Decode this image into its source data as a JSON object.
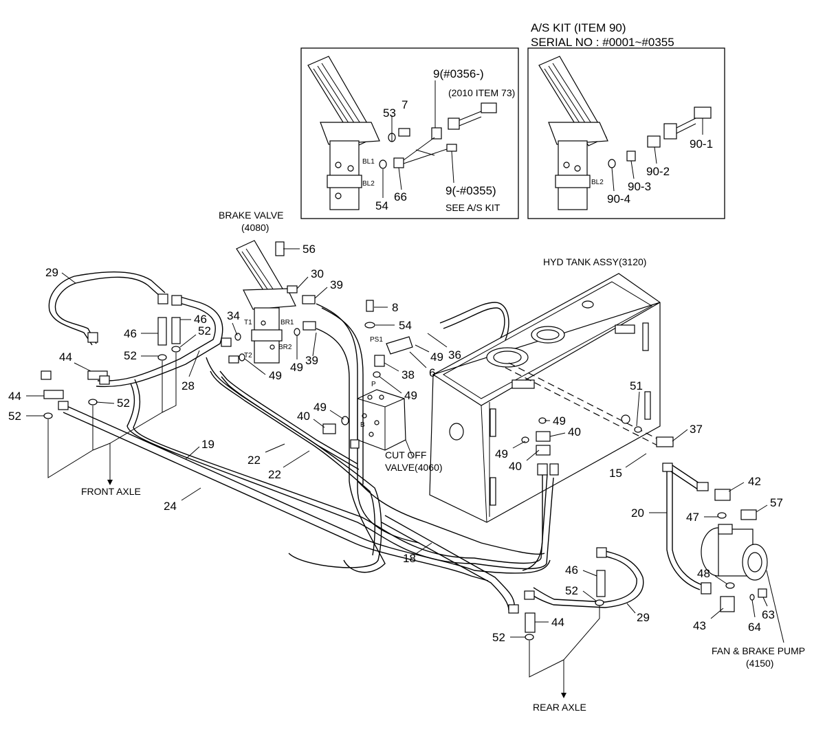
{
  "inset_kit": {
    "title_line1": "A/S KIT (ITEM 90)",
    "title_line2": "SERIAL NO : #0001~#0355"
  },
  "inset_main": {
    "n9_new": "9(#0356-)",
    "n9_new_note": "(2010 ITEM 73)",
    "n9_old": "9(-#0355)",
    "n9_old_note": "SEE A/S KIT",
    "bl1": "BL1",
    "bl2": "BL2",
    "n53": "53",
    "n7": "7",
    "n54": "54",
    "n66": "66"
  },
  "inset_kit_parts": {
    "bl2": "BL2",
    "p901": "90-1",
    "p902": "90-2",
    "p903": "90-3",
    "p904": "90-4"
  },
  "components": {
    "brake_valve_line1": "BRAKE VALVE",
    "brake_valve_line2": "(4080)",
    "hyd_tank": "HYD TANK ASSY(3120)",
    "cutoff_line1": "CUT OFF",
    "cutoff_line2": "VALVE(4060)",
    "pump_line1": "FAN & BRAKE PUMP",
    "pump_line2": "(4150)",
    "front_axle": "FRONT AXLE",
    "rear_axle": "REAR AXLE"
  },
  "port_labels": {
    "t1": "T1",
    "t2": "T2",
    "br1": "BR1",
    "br2": "BR2",
    "ps1": "PS1",
    "b": "B",
    "p": "P"
  },
  "callouts": {
    "n56": "56",
    "n30": "30",
    "n39a": "39",
    "n29a": "29",
    "n34": "34",
    "n46a": "46",
    "n46b": "46",
    "n52a": "52",
    "n52b": "52",
    "n8": "8",
    "n54": "54",
    "n49a": "49",
    "n36": "36",
    "n6": "6",
    "n38": "38",
    "n49b": "49",
    "n49c": "49",
    "n39b": "39",
    "n28": "28",
    "n44a": "44",
    "n52c": "52",
    "n44b": "44",
    "n52d": "52",
    "n49d": "49",
    "n40a": "40",
    "n51": "51",
    "n37": "37",
    "n49e": "49",
    "n40b": "40",
    "n49f": "49",
    "n40c": "40",
    "n19": "19",
    "n22a": "22",
    "n22b": "22",
    "n24": "24",
    "n15": "15",
    "n42": "42",
    "n20": "20",
    "n47": "47",
    "n57": "57",
    "n18": "18",
    "n46c": "46",
    "n52e": "52",
    "n48": "48",
    "n44c": "44",
    "n29b": "29",
    "n52f": "52",
    "n43": "43",
    "n64": "64",
    "n63": "63",
    "n49g": "49"
  }
}
